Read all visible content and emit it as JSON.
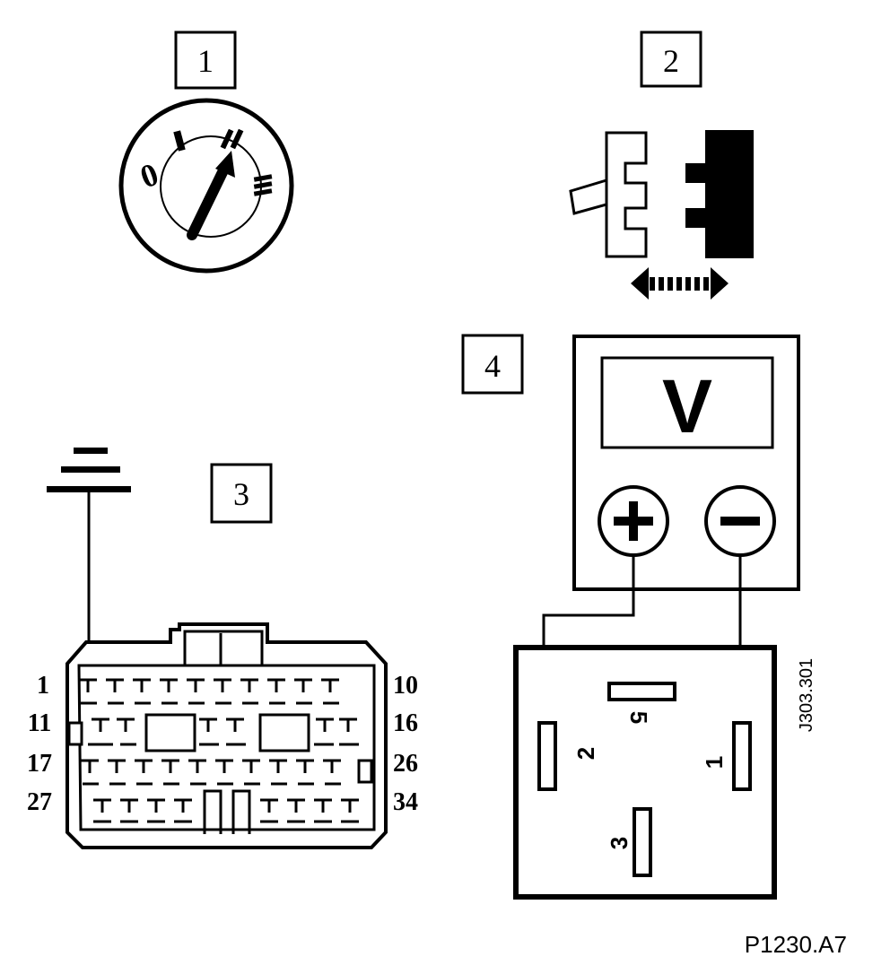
{
  "labels": {
    "step1": "1",
    "step2": "2",
    "step3": "3",
    "step4": "4"
  },
  "ignition_switch": {
    "positions": [
      "0",
      "I",
      "II",
      "III"
    ],
    "icon": "ignition-key-icon"
  },
  "connector_icon": "connector-disconnect-icon",
  "ecu_connector": {
    "pin_labels_left": [
      "1",
      "11",
      "17",
      "27"
    ],
    "pin_labels_right": [
      "10",
      "16",
      "26",
      "34"
    ]
  },
  "voltmeter": {
    "display": "V",
    "plus": "+",
    "minus": "−"
  },
  "relay": {
    "terminals": [
      "5",
      "2",
      "1",
      "3"
    ],
    "ref_code": "J303.301"
  },
  "figure_code": "P1230.A7",
  "colors": {
    "ink": "#000000",
    "paper": "#ffffff"
  }
}
